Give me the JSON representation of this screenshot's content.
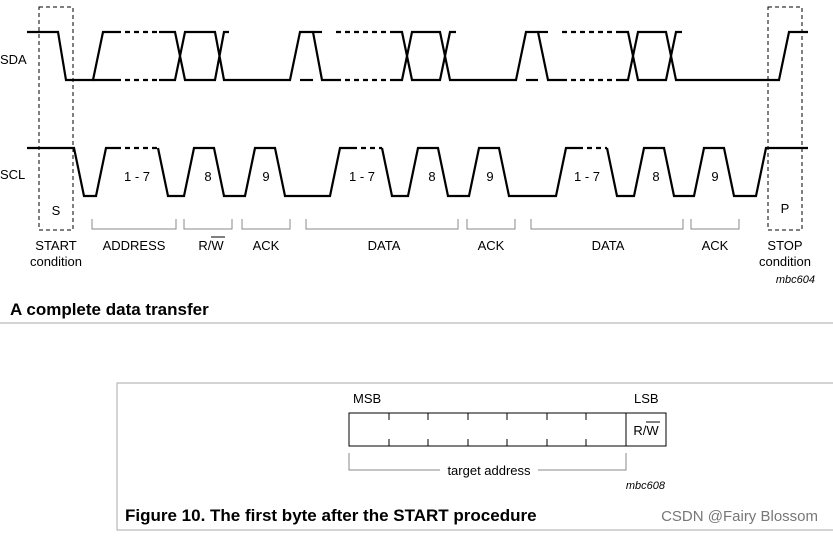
{
  "timing": {
    "sda_label": "SDA",
    "scl_label": "SCL",
    "start_letter": "S",
    "stop_letter": "P",
    "bits_1_7": "1 - 7",
    "bit_8": "8",
    "bit_9": "9",
    "start_condition": [
      "START",
      "condition"
    ],
    "stop_condition": [
      "STOP",
      "condition"
    ],
    "fields": {
      "address": "ADDRESS",
      "rw": "R/W",
      "ack": "ACK",
      "data": "DATA"
    },
    "figure_code": "mbc604",
    "caption": "A complete data transfer"
  },
  "byte_fig": {
    "msb": "MSB",
    "lsb": "LSB",
    "rw": "R/W",
    "target": "target address",
    "figure_code": "mbc608",
    "caption": "Figure 10.  The first byte after the START procedure"
  },
  "watermark": "CSDN @Fairy Blossom"
}
